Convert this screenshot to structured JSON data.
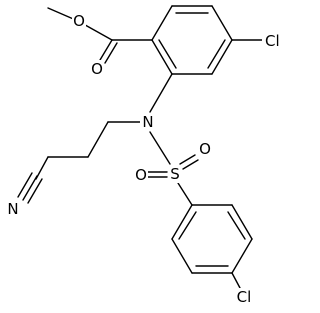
{
  "molecule": {
    "atoms": {
      "o_ester": "O",
      "o_carbonyl": "O",
      "cl_top": "Cl",
      "n_amine": "N",
      "s_sulfonyl": "S",
      "o_sulfonyl_1": "O",
      "o_sulfonyl_2": "O",
      "n_nitrile": "N",
      "cl_bottom": "Cl"
    }
  }
}
